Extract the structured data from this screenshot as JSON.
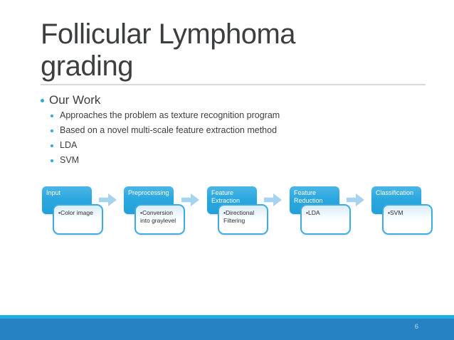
{
  "slide": {
    "title": "Follicular Lymphoma grading",
    "page_number": "6"
  },
  "bullets": {
    "level1": "Our Work",
    "level2": [
      "Approaches the problem as texture recognition program",
      "Based on a novel multi-scale feature extraction method",
      "LDA",
      "SVM"
    ]
  },
  "diagram": {
    "steps": [
      {
        "label": "Input",
        "item": "•Color image"
      },
      {
        "label": "Preprocessing",
        "item": "•Conversion into graylevel"
      },
      {
        "label": "Feature Extraction",
        "item": "•Directional Filtering"
      },
      {
        "label": "Feature Reduction",
        "item": "•LDA"
      },
      {
        "label": "Classification",
        "item": "•SVM"
      }
    ]
  },
  "colors": {
    "step_box_blue": "#2ba7df",
    "flow_arrow_blue": "#a6d3ee",
    "footer_bar_blue": "#2782c4",
    "footer_strip_cyan": "#1eaee4",
    "bullet_dot_blue": "#2ea9dd",
    "title_text_gray": "#3d3e40",
    "divider_gray": "#d8d8d8",
    "sub_box_border_blue": "#3cade2"
  }
}
